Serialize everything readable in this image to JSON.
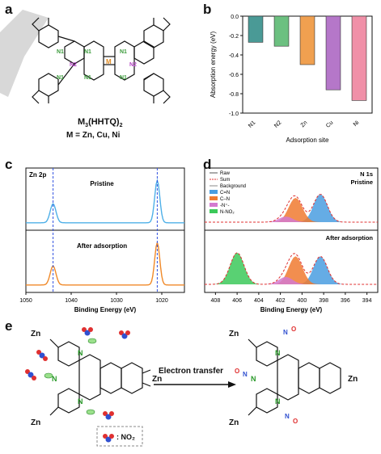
{
  "panels": {
    "a": "a",
    "b": "b",
    "c": "c",
    "d": "d",
    "e": "e"
  },
  "panel_a": {
    "formula_main": "M",
    "formula_sub1": "3",
    "formula_mid": "(HHTQ)",
    "formula_sub2": "2",
    "metal_line": "M = Zn, Cu, Ni",
    "atom_labels": {
      "n1": "N1",
      "n2": "N2",
      "metal": "M"
    }
  },
  "chart_data": [
    {
      "type": "bar",
      "panel": "b",
      "categories": [
        "N1",
        "N2",
        "Zn",
        "Cu",
        "Ni"
      ],
      "values": [
        -0.27,
        -0.31,
        -0.5,
        -0.76,
        -0.87
      ],
      "colors": [
        "#4a9a96",
        "#6cc080",
        "#f0a050",
        "#b577c9",
        "#f090a8"
      ],
      "xlabel": "Adsorption site",
      "ylabel": "Absorption energy (eV)",
      "ylim": [
        0,
        -1.0
      ],
      "yticks": [
        "0.0",
        "-0.2",
        "-0.4",
        "-0.6",
        "-0.8",
        "-1.0"
      ],
      "y_inverted": true
    },
    {
      "type": "line",
      "panel": "c",
      "title": "Zn 2p",
      "xlabel": "Binding Energy (eV)",
      "xlim": [
        1050,
        1015
      ],
      "xticks": [
        "1050",
        "1040",
        "1030",
        "1020"
      ],
      "series": [
        {
          "name": "Pristine",
          "color": "#4fb0e8",
          "peaks": [
            1044,
            1021
          ]
        },
        {
          "name": "After adsorption",
          "color": "#f08a2a",
          "peaks": [
            1044,
            1021
          ]
        }
      ],
      "dashed_lines": [
        1044,
        1021
      ]
    },
    {
      "type": "line",
      "panel": "d",
      "title": "N 1s",
      "xlabel": "Binding Energy (eV)",
      "xlim": [
        409,
        393
      ],
      "xticks": [
        "408",
        "406",
        "404",
        "402",
        "400",
        "398",
        "396",
        "394"
      ],
      "legend": [
        "Raw",
        "Sum",
        "Background",
        "C=N",
        "C–N",
        "-N⁺-",
        "N-NO₂"
      ],
      "sub_labels": {
        "top": "Pristine",
        "bottom": "After adsorption"
      },
      "components": [
        {
          "name": "C=N",
          "color": "#4a9de0",
          "center": 398.3
        },
        {
          "name": "C–N",
          "color": "#f07a30",
          "center": 400.6
        },
        {
          "name": "-N⁺-",
          "color": "#d47ad0",
          "center": 401.5
        },
        {
          "name": "N-NO₂",
          "color": "#3cc95a",
          "center": 406
        }
      ]
    }
  ],
  "panel_e": {
    "arrow_label": "Electron transfer",
    "legend_label": ": NO₂",
    "zn": "Zn",
    "n": "N"
  }
}
